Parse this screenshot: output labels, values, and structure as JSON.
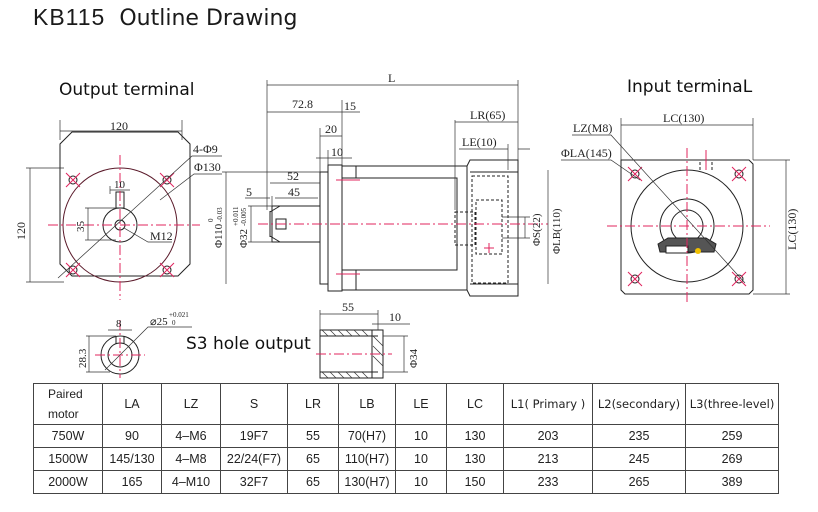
{
  "title": {
    "model": "KB115",
    "name": "Outline Drawing"
  },
  "views": {
    "output_terminal": {
      "label": "Output terminal",
      "dims": {
        "width": "120",
        "height": "120",
        "holes": "4-Φ9",
        "pcd": "Φ130",
        "key_width": "10",
        "key_height": "35",
        "thread": "M12"
      }
    },
    "side": {
      "dims": {
        "L": "L",
        "d72_8": "72.8",
        "d15": "15",
        "d20": "20",
        "d10": "10",
        "d52": "52",
        "d45": "45",
        "d5": "5",
        "LR": "LR(65)",
        "LE": "LE(10)",
        "phiS": "ΦS(22)",
        "phiLB": "ΦLB(110)",
        "phi110": "Φ110",
        "phi110_tol_upper": "0",
        "phi110_tol_lower": "-0.03",
        "phi32": "Φ32",
        "phi32_tol_upper": "+0.011",
        "phi32_tol_lower": "-0.005"
      }
    },
    "input_terminal": {
      "label": "Input terminaL",
      "dims": {
        "LC_width": "LC(130)",
        "LC_height": "LC(130)",
        "LZ": "LZ(M8)",
        "LA": "ΦLA(145)"
      }
    },
    "key_section": {
      "dims": {
        "key_w": "8",
        "height": "28.3",
        "bore": "⌀25",
        "bore_tol_upper": "+0.021",
        "bore_tol_lower": "0"
      }
    },
    "s3_hole": {
      "label": "S3 hole output",
      "dims": {
        "d55": "55",
        "d10": "10",
        "phi34": "Φ34"
      }
    }
  },
  "table": {
    "headers": [
      "Paired motor",
      "LA",
      "LZ",
      "S",
      "LR",
      "LB",
      "LE",
      "LC",
      "L1( Primary )",
      "L2(secondary)",
      "L3(three-level)"
    ],
    "header_paired_line1": "Paired",
    "header_paired_line2": "motor",
    "rows": [
      [
        "750W",
        "90",
        "4–M6",
        "19F7",
        "55",
        "70(H7)",
        "10",
        "130",
        "203",
        "235",
        "259"
      ],
      [
        "1500W",
        "145/130",
        "4–M8",
        "22/24(F7)",
        "65",
        "110(H7)",
        "10",
        "130",
        "213",
        "245",
        "269"
      ],
      [
        "2000W",
        "165",
        "4–M10",
        "32F7",
        "65",
        "130(H7)",
        "10",
        "150",
        "233",
        "265",
        "389"
      ]
    ]
  }
}
